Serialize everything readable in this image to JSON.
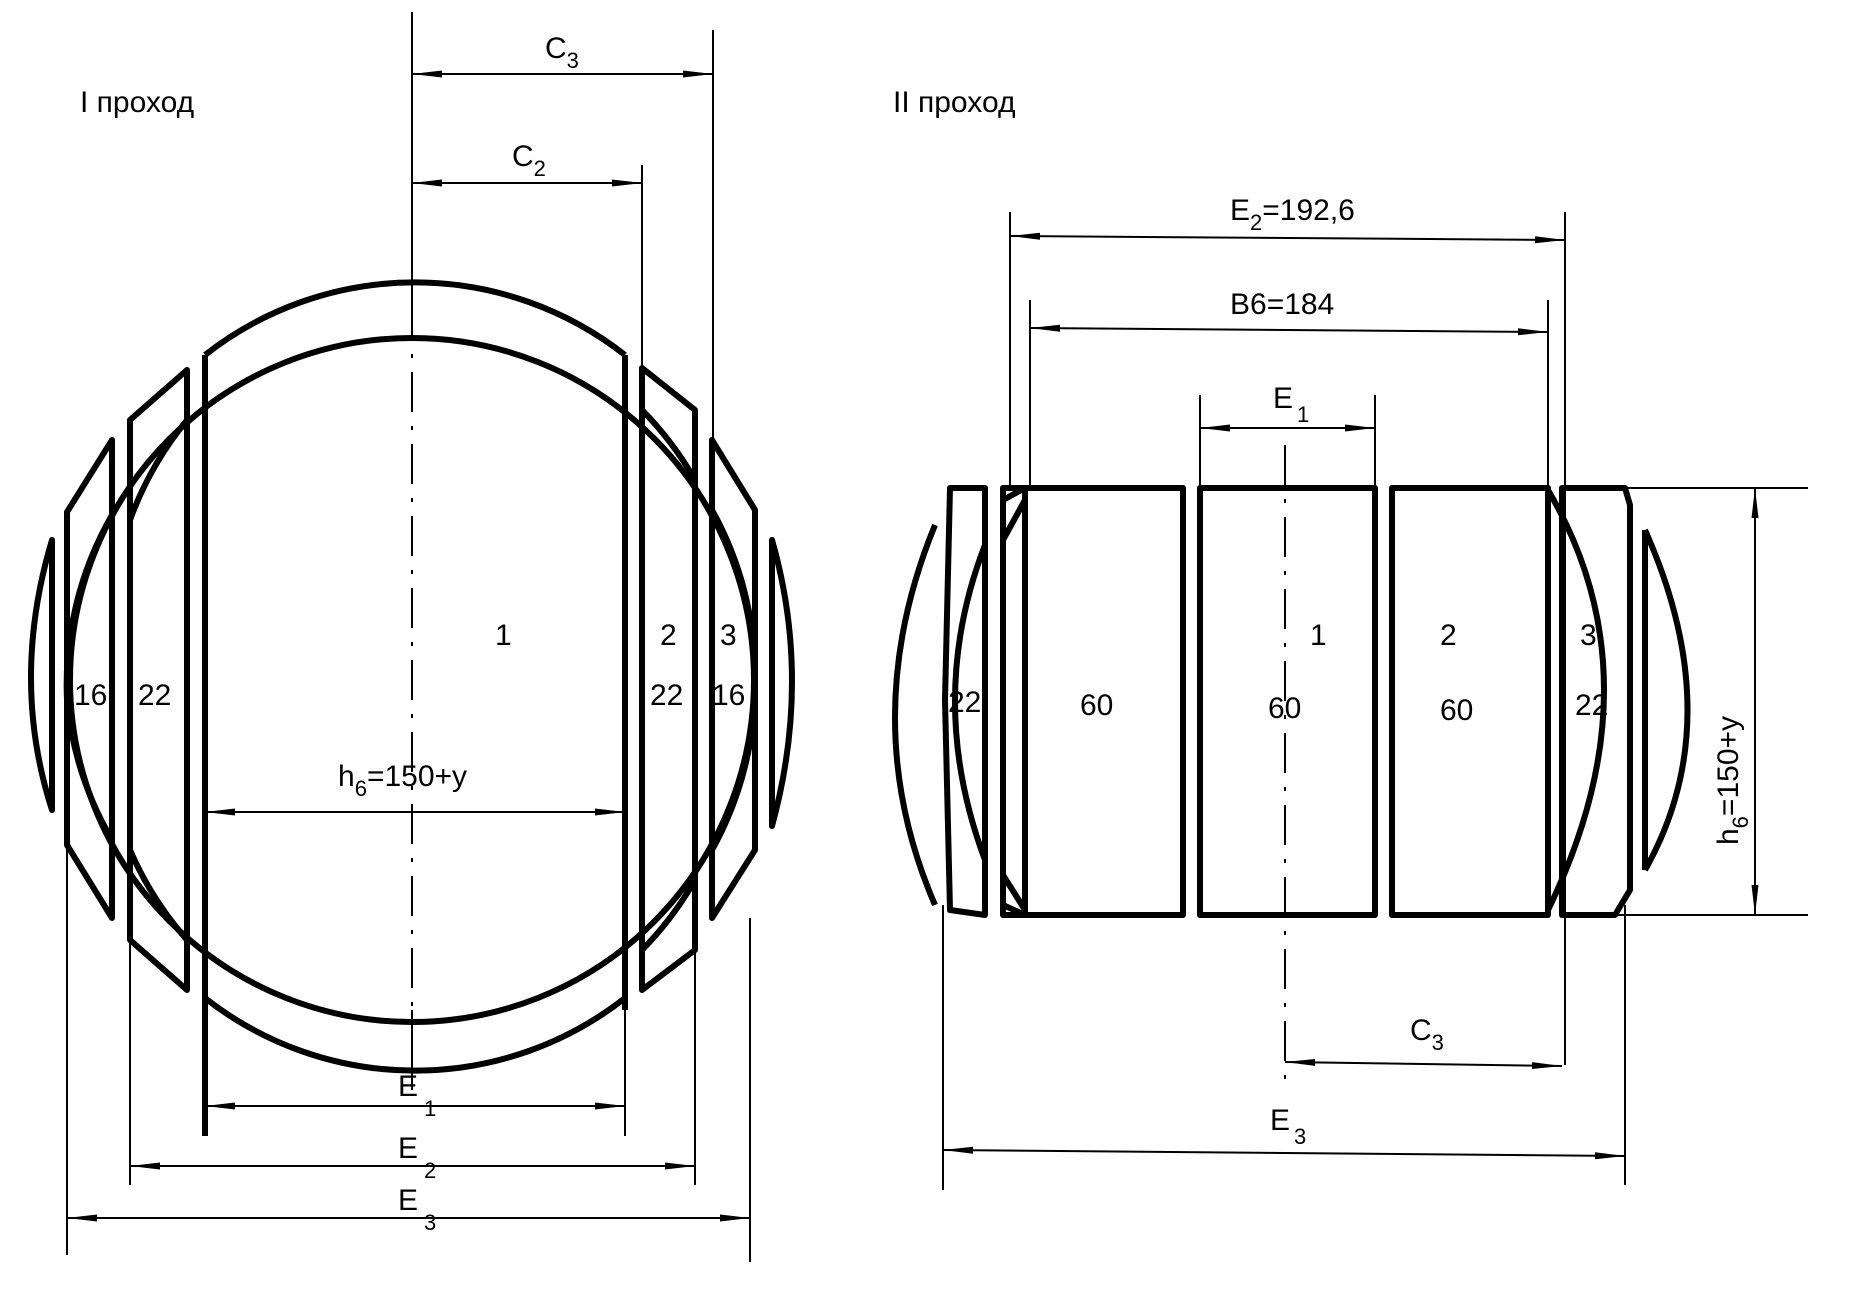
{
  "diagram": {
    "pass1": {
      "title": "I  проход",
      "dims": {
        "c3": {
          "main": "C",
          "sub": "3"
        },
        "c2": {
          "main": "C",
          "sub": "2"
        },
        "h": {
          "main": "h",
          "sub": "6",
          "rest": "=150+y"
        },
        "e1": {
          "main": "E",
          "sub": "1"
        },
        "e2": {
          "main": "E",
          "sub": "2"
        },
        "e3": {
          "main": "E",
          "sub": "3"
        }
      },
      "passes": {
        "p1": "1",
        "p2": "2",
        "p3": "3"
      },
      "thickness": {
        "left_outer": "16",
        "left_inner": "22",
        "right_inner": "22",
        "right_outer": "16"
      }
    },
    "pass2": {
      "title": "II  проход",
      "dims": {
        "e2": {
          "main": "E",
          "sub": "2",
          "rest": "=192,6"
        },
        "b": {
          "main": "B6=184"
        },
        "e1": {
          "main": "E",
          "sub": "1"
        },
        "c3": {
          "main": "C",
          "sub": "3"
        },
        "e3": {
          "main": "E",
          "sub": "3"
        },
        "h": {
          "main": "h",
          "sub": "6",
          "rest": "=150+y"
        }
      },
      "passes": {
        "p1": "1",
        "p2": "2",
        "p3": "3"
      },
      "thickness": {
        "left": "22",
        "block1": "60",
        "block2": "60",
        "block3": "60",
        "right": "22"
      }
    }
  }
}
